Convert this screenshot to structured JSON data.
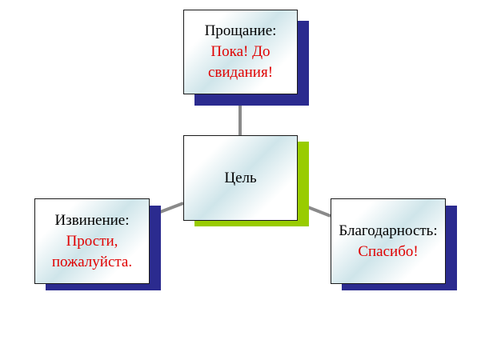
{
  "colors": {
    "shadow_dark_blue": "#2b2b8f",
    "shadow_lime": "#99cc00",
    "connector": "#8a8a8a",
    "title_text": "#000000",
    "detail_text": "#e00000"
  },
  "diagram": {
    "center": {
      "title": "Цель"
    },
    "top": {
      "title": "Прощание:",
      "detail_line1": "Пока! До",
      "detail_line2": "свидания!"
    },
    "left": {
      "title": "Извинение:",
      "detail_line1": "Прости,",
      "detail_line2": "пожалуйста."
    },
    "right": {
      "title": "Благодарность:",
      "detail_line1": "Спасибо!"
    }
  }
}
